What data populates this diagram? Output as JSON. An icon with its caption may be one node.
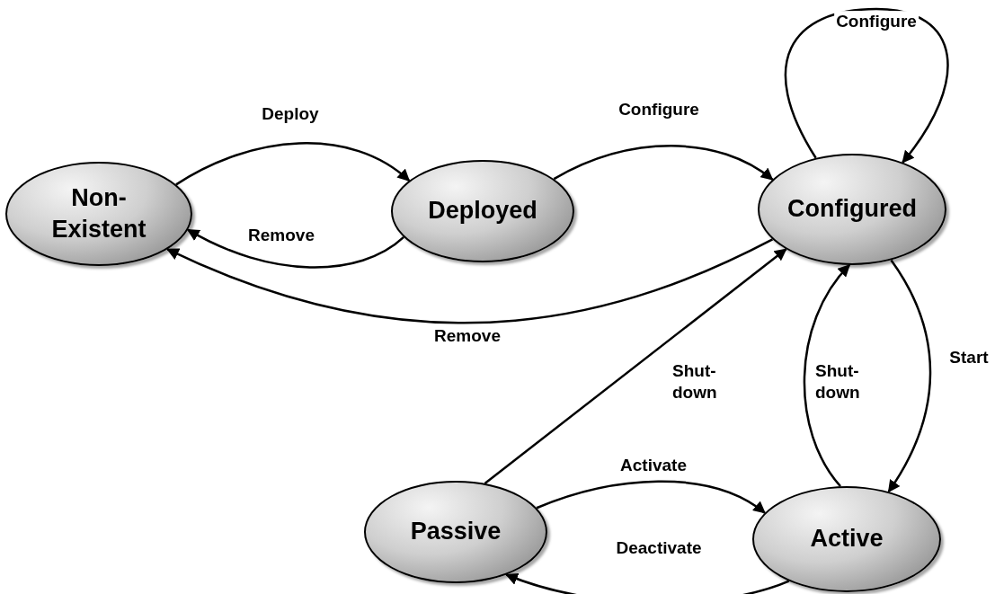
{
  "diagram": {
    "nodes": [
      {
        "text": [
          "Non- Existent"
        ]
      },
      {
        "text": [
          "Deployed"
        ]
      },
      {
        "text": [
          "Configured"
        ]
      },
      {
        "text": [
          "Passive"
        ]
      },
      {
        "text": [
          "Active"
        ]
      }
    ],
    "edges": [
      {
        "from": 0,
        "to": 1,
        "arrow": "to",
        "label": "Deploy"
      },
      {
        "from": 1,
        "to": 0,
        "arrow": "to",
        "label": "Remove"
      },
      {
        "from": 1,
        "to": 2,
        "arrow": "to",
        "label": "Configure"
      },
      {
        "from": 2,
        "to": 2,
        "arrow": "to",
        "label": "Configure"
      },
      {
        "from": 2,
        "to": 0,
        "arrow": "to",
        "label": "Remove"
      },
      {
        "from": 3,
        "to": 2,
        "arrow": "to",
        "label": "Shut- down"
      },
      {
        "from": 2,
        "to": 4,
        "arrow": "to",
        "label": "Start"
      },
      {
        "from": 4,
        "to": 2,
        "arrow": "to",
        "label": "Shut- down"
      },
      {
        "from": 3,
        "to": 4,
        "arrow": "to",
        "label": "Activate"
      },
      {
        "from": 4,
        "to": 3,
        "arrow": "to",
        "label": "Deactivate"
      }
    ]
  }
}
